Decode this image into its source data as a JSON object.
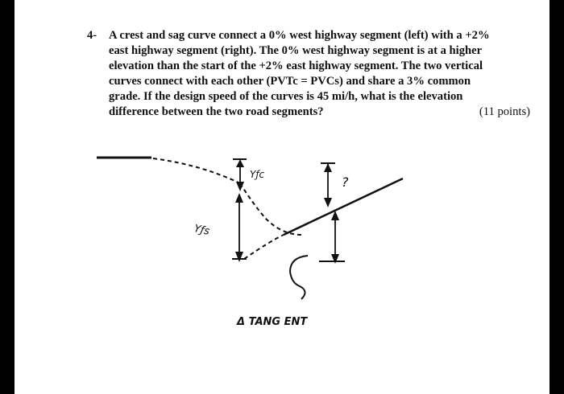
{
  "problem": {
    "number": "4-",
    "text": "A crest and sag curve connect a 0% west highway segment (left) with a +2%\neast highway segment (right). The 0% west highway segment is at a higher\nelevation than the start of the +2% east highway segment. The two vertical\ncurves connect with each other (PVTc = PVCs) and share a 3% common\ngrade. If the design speed of the curves is 45 mi/h, what is the elevation\ndifference between the two road segments?",
    "points": "(11 points)"
  },
  "sketch": {
    "label_ysc": "Yƒc",
    "label_yss": "Yƒs",
    "label_unknown": "?",
    "label_delta_tangent": "Δ TANG ENT"
  }
}
